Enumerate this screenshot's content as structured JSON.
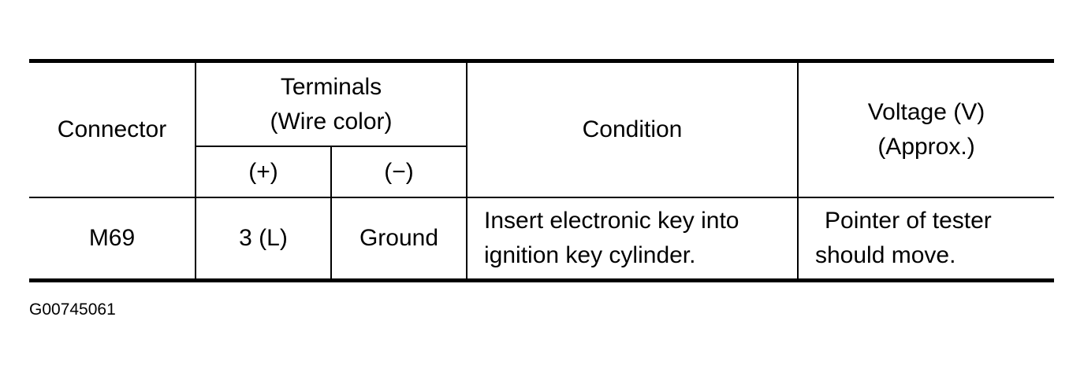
{
  "table": {
    "headers": {
      "connector": "Connector",
      "terminals_line1": "Terminals",
      "terminals_line2": "(Wire color)",
      "plus": "(+)",
      "minus": "(−)",
      "condition": "Condition",
      "voltage_line1": "Voltage (V)",
      "voltage_line2": "(Approx.)"
    },
    "rows": [
      {
        "connector": "M69",
        "plus": "3 (L)",
        "minus": "Ground",
        "condition_line1": "Insert electronic key into",
        "condition_line2": "ignition key cylinder.",
        "voltage_line1": "Pointer of tester",
        "voltage_line2": "should move."
      }
    ]
  },
  "figure_id": "G00745061"
}
